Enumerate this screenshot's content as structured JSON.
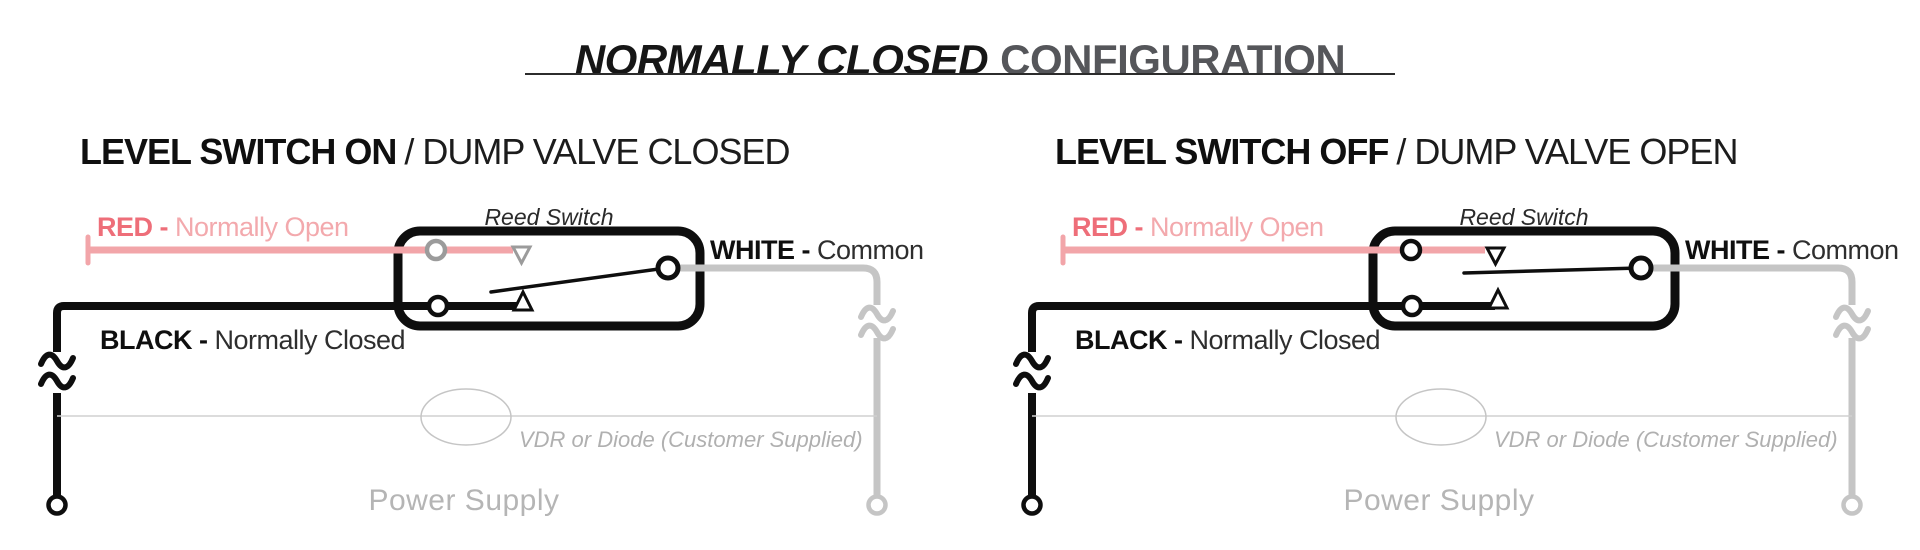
{
  "title": {
    "emphasis": "NORMALLY CLOSED",
    "rest": "CONFIGURATION"
  },
  "colors": {
    "red_wire": "#f2a5a9",
    "red_label_bold": "#ee6e79",
    "black_wire": "#0e0e0e",
    "white_wire": "#c5c5c5",
    "muted_gray_text": "#b0b0b0",
    "title_gray": "#55565a"
  },
  "diagrams": [
    {
      "heading_bold": "LEVEL SWITCH ON",
      "heading_rest": "/ DUMP VALVE CLOSED",
      "reed_label": "Reed Switch",
      "red_bold": "RED -",
      "red_rest": "Normally Open",
      "white_bold": "WHITE -",
      "white_rest": "Common",
      "black_bold": "BLACK -",
      "black_rest": "Normally Closed",
      "vdr_label": "VDR or Diode (Customer Supplied)",
      "power_label": "Power Supply"
    },
    {
      "heading_bold": "LEVEL SWITCH OFF",
      "heading_rest": "/ DUMP VALVE OPEN",
      "reed_label": "Reed Switch",
      "red_bold": "RED -",
      "red_rest": "Normally Open",
      "white_bold": "WHITE -",
      "white_rest": "Common",
      "black_bold": "BLACK -",
      "black_rest": "Normally Closed",
      "vdr_label": "VDR or Diode (Customer Supplied)",
      "power_label": "Power Supply"
    }
  ]
}
